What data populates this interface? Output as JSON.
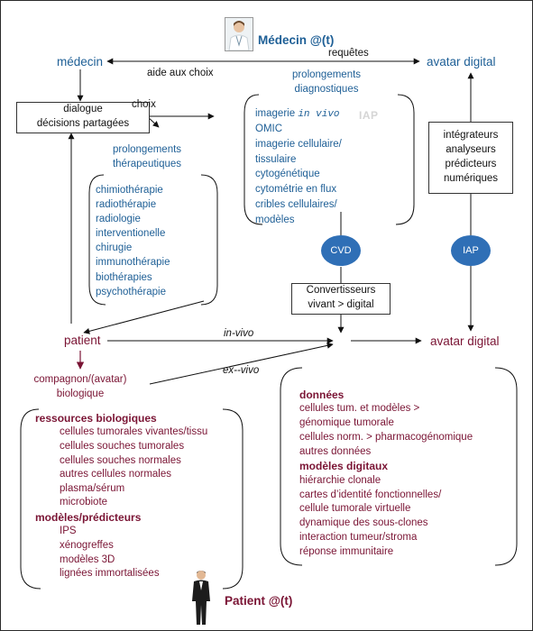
{
  "medecin_at_t": "Médecin @(t)",
  "patient_at_t": "Patient @(t)",
  "medecin": "médecin",
  "requetes": "requêtes",
  "aide_aux_choix": "aide aux choix",
  "avatar_digital": "avatar digital",
  "choix": "choix",
  "dialogue_box": [
    "dialogue",
    "décisions partagées"
  ],
  "prolongements_diagnostiques": [
    "prolongements",
    "diagnostiques"
  ],
  "prolongements_therapeutiques": [
    "prolongements",
    "thérapeutiques"
  ],
  "diagnostic_list": {
    "ghost_label": "IAP",
    "items": [
      "imagerie in vivo",
      "OMIC",
      "imagerie cellulaire/",
      "tissulaire",
      "cytogénétique",
      "cytométrie en flux",
      "cribles cellulaires/",
      "modèles"
    ]
  },
  "therapeutic_list": [
    "chimiothérapie",
    "radiothérapie",
    "radiologie",
    "interventionelle",
    "chirugie",
    "immunothérapie",
    "biothérapies",
    "psychothérapie"
  ],
  "integrators_box": [
    "intégrateurs",
    "analyseurs",
    "prédicteurs",
    "numériques"
  ],
  "ellipse_cvd": "CVD",
  "ellipse_iap": "IAP",
  "converters_box": [
    "Convertisseurs",
    "vivant > digital"
  ],
  "patient": "patient",
  "in_vivo": "in-vivo",
  "ex_vivo": "ex--vivo",
  "compagnon": [
    "compagnon/(avatar)",
    "biologique"
  ],
  "biological_resources": {
    "heading1": "ressources biologiques",
    "items1": [
      "cellules tumorales vivantes/tissu",
      "cellules souches tumorales",
      "cellules souches normales",
      "autres cellules normales",
      "plasma/sérum",
      "microbiote"
    ],
    "heading2": "modèles/prédicteurs",
    "items2": [
      "IPS",
      "xénogreffes",
      "modèles 3D",
      "lignées immortalisées"
    ]
  },
  "data_models": {
    "heading1": "données",
    "items1": [
      "cellules tum. et modèles >",
      "génomique tumorale",
      "cellules norm. > pharmacogénomique",
      "autres données"
    ],
    "heading2": "modèles digitaux",
    "items2": [
      "hiérarchie clonale",
      "cartes d’identité fonctionnelles/",
      "cellule tumorale virtuelle",
      "dynamique des sous-clones",
      "interaction tumeur/stroma",
      "réponse immunitaire"
    ]
  },
  "colors": {
    "blue": "#1e5f96",
    "maroon": "#7a1434",
    "ellipse": "#2f6fb6"
  }
}
